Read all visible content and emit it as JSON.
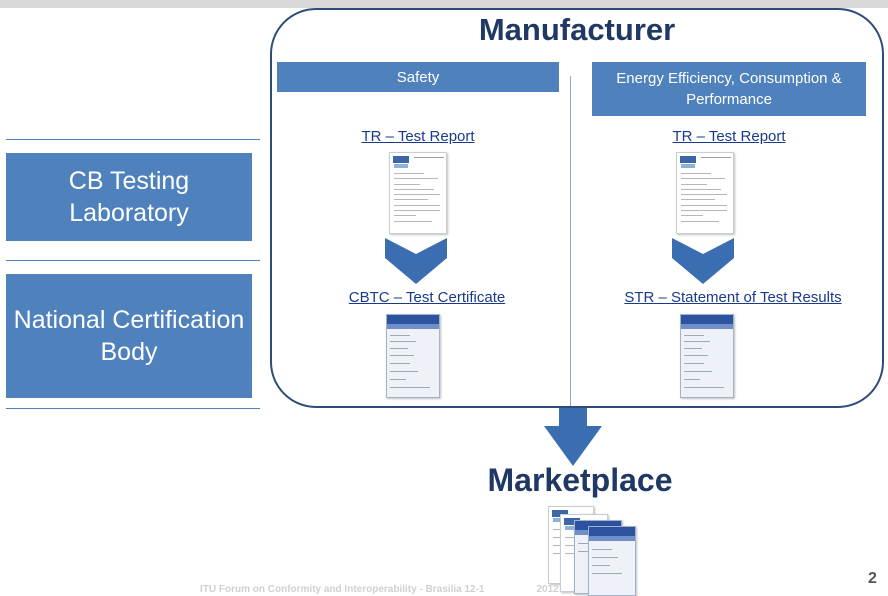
{
  "manufacturer": {
    "title": "Manufacturer"
  },
  "columns": {
    "safety": {
      "header": "Safety",
      "doc1_label": "TR – Test Report",
      "doc2_label": "CBTC – Test Certificate"
    },
    "energy": {
      "header": "Energy Efficiency, Consumption & Performance",
      "doc1_label": "TR – Test Report",
      "doc2_label": "STR – Statement of Test Results"
    }
  },
  "sidebar": {
    "lab": "CB Testing Laboratory",
    "ncb": "National Certification Body"
  },
  "marketplace": {
    "title": "Marketplace"
  },
  "footer": {
    "text": "ITU Forum on Conformity and Interoperability - Brasilia 12-1",
    "year": "2012"
  },
  "page_number": "2",
  "colors": {
    "accent": "#4f81bd",
    "title": "#1f3864",
    "border": "#2f4b7a",
    "arrow": "#3a6eb0"
  },
  "icons": [
    "down-chevron-arrow",
    "down-block-arrow",
    "document-thumbnail",
    "certificate-thumbnail"
  ]
}
